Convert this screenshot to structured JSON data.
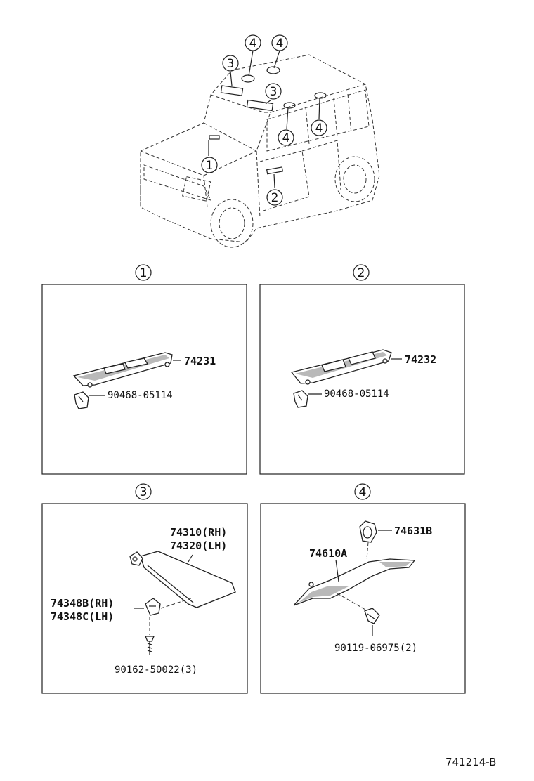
{
  "callouts": {
    "c1": "1",
    "c2": "2",
    "c3": "3",
    "c4": "4"
  },
  "panel1": {
    "title": "1",
    "part_main": "74231",
    "part_clip": "90468-05114"
  },
  "panel2": {
    "title": "2",
    "part_main": "74232",
    "part_clip": "90468-05114"
  },
  "panel3": {
    "title": "3",
    "part_visor_rh": "74310(RH)",
    "part_visor_lh": "74320(LH)",
    "part_holder_b": "74348B(RH)",
    "part_holder_c": "74348C(LH)",
    "part_screw": "90162-50022(3)"
  },
  "panel4": {
    "title": "4",
    "part_cap": "74631B",
    "part_grip": "74610A",
    "part_screw": "90119-06975(2)"
  },
  "diagram_code": "741214-B"
}
